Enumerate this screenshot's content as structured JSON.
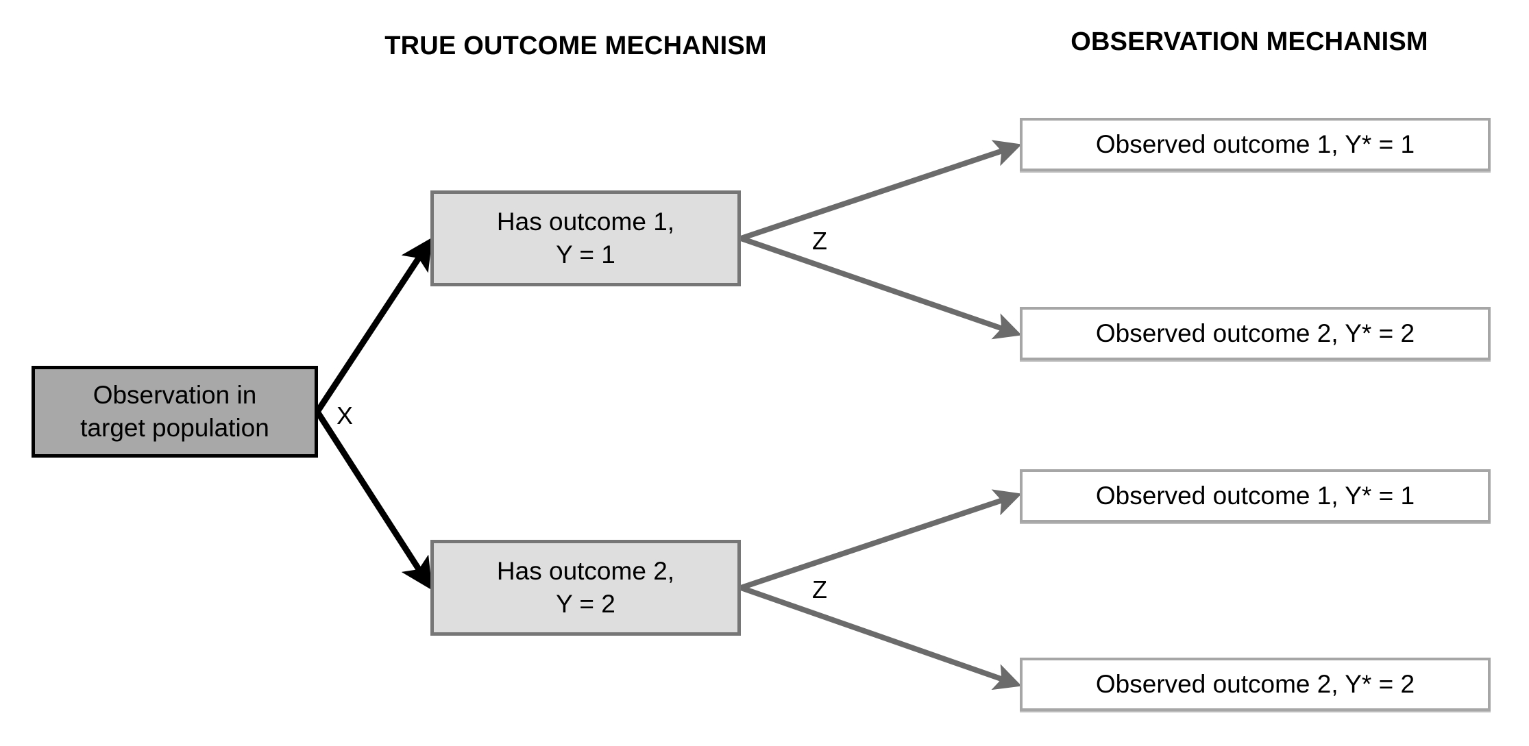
{
  "headers": {
    "left": "TRUE OUTCOME MECHANISM",
    "right": "OBSERVATION MECHANISM"
  },
  "nodes": {
    "root": {
      "line1": "Observation in",
      "line2": "target population"
    },
    "true_outcomes": [
      {
        "line1": "Has outcome 1,",
        "line2": "Y = 1"
      },
      {
        "line1": "Has outcome 2,",
        "line2": "Y = 2"
      }
    ],
    "observed_outcomes": [
      {
        "label": "Observed outcome 1, Y* = 1"
      },
      {
        "label": "Observed outcome 2, Y* = 2"
      },
      {
        "label": "Observed outcome 1, Y* = 1"
      },
      {
        "label": "Observed outcome 2, Y* = 2"
      }
    ]
  },
  "edge_labels": {
    "x": "X",
    "z_top": "Z",
    "z_bottom": "Z"
  },
  "colors": {
    "root_fill": "#a8a8a8",
    "root_border": "#000000",
    "true_fill": "#dedede",
    "true_border": "#767676",
    "observed_fill": "#ffffff",
    "observed_border": "#a6a6a6",
    "arrow_black": "#000000",
    "arrow_gray": "#6b6b6b",
    "background": "#ffffff",
    "text": "#000000"
  }
}
